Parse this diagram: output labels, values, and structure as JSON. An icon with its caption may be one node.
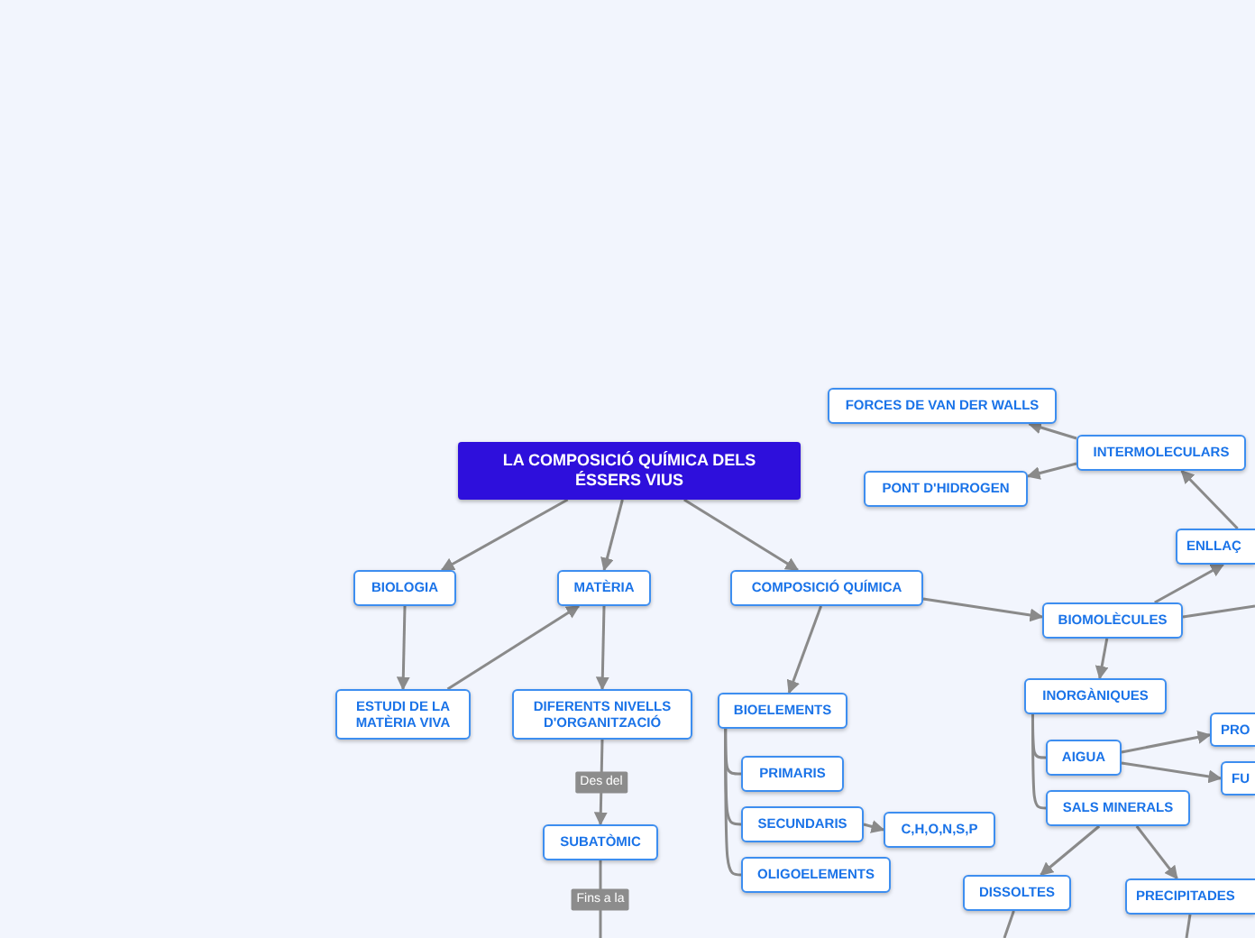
{
  "diagram": {
    "nodes": [
      {
        "text": [
          "LA COMPOSICIÓ QUÍMICA DELS ÉSSERS VIUS"
        ]
      },
      {
        "text": [
          "BIOLOGIA"
        ]
      },
      {
        "text": [
          "MATÈRIA"
        ]
      },
      {
        "text": [
          "COMPOSICIÓ QUÍMICA"
        ]
      },
      {
        "text": [
          "FORCES DE VAN DER WALLS"
        ]
      },
      {
        "text": [
          "INTERMOLECULARS"
        ]
      },
      {
        "text": [
          "PONT D'HIDROGEN"
        ]
      },
      {
        "text": [
          "ENLLAÇ"
        ]
      },
      {
        "text": [
          "ESTUDI DE LA MATÈRIA VIVA"
        ]
      },
      {
        "text": [
          "DIFERENTS NIVELLS D'ORGANITZACIÓ"
        ]
      },
      {
        "text": [
          "BIOMOLÈCULES"
        ]
      },
      {
        "text": [
          "BIOELEMENTS"
        ]
      },
      {
        "text": [
          "INORGÀNIQUES"
        ]
      },
      {
        "text": [
          "PRO"
        ]
      },
      {
        "text": [
          "AIGUA"
        ]
      },
      {
        "text": [
          "FU"
        ]
      },
      {
        "text": [
          "PRIMARIS"
        ]
      },
      {
        "text": [
          "SALS MINERALS"
        ]
      },
      {
        "text": [
          "SECUNDARIS"
        ]
      },
      {
        "text": [
          "C,H,O,N,S,P"
        ]
      },
      {
        "text": [
          "SUBATÒMIC"
        ]
      },
      {
        "text": [
          "OLIGOELEMENTS"
        ]
      },
      {
        "text": [
          "DISSOLTES"
        ]
      },
      {
        "text": [
          "PRECIPITADES"
        ]
      }
    ],
    "edges": [
      {
        "from": 0,
        "to": 1,
        "arrow": "to"
      },
      {
        "from": 0,
        "to": 2,
        "arrow": "to"
      },
      {
        "from": 0,
        "to": 3,
        "arrow": "to"
      },
      {
        "from": 1,
        "to": 8,
        "arrow": "to"
      },
      {
        "from": 8,
        "to": 2,
        "arrow": "to"
      },
      {
        "from": 2,
        "to": 9,
        "arrow": "to"
      },
      {
        "from": 9,
        "to": 20,
        "arrow": "to",
        "label": "Des del"
      },
      {
        "from": 20,
        "to": null,
        "arrow": "none",
        "label": "Fins a la"
      },
      {
        "from": 3,
        "to": 11,
        "arrow": "to"
      },
      {
        "from": 3,
        "to": 10,
        "arrow": "to"
      },
      {
        "from": 10,
        "to": 7,
        "arrow": "to"
      },
      {
        "from": 7,
        "to": 5,
        "arrow": "to"
      },
      {
        "from": 5,
        "to": 4,
        "arrow": "to"
      },
      {
        "from": 5,
        "to": 6,
        "arrow": "to"
      },
      {
        "from": 10,
        "to": null,
        "arrow": "none"
      },
      {
        "from": 10,
        "to": 12,
        "arrow": "to"
      },
      {
        "from": 12,
        "to": 14,
        "arrow": "none"
      },
      {
        "from": 12,
        "to": 17,
        "arrow": "none"
      },
      {
        "from": 14,
        "to": 13,
        "arrow": "to"
      },
      {
        "from": 14,
        "to": 15,
        "arrow": "to"
      },
      {
        "from": 11,
        "to": 16,
        "arrow": "none"
      },
      {
        "from": 11,
        "to": 18,
        "arrow": "none"
      },
      {
        "from": 11,
        "to": 21,
        "arrow": "none"
      },
      {
        "from": 18,
        "to": 19,
        "arrow": "to"
      },
      {
        "from": 17,
        "to": 22,
        "arrow": "to"
      },
      {
        "from": 17,
        "to": 23,
        "arrow": "to"
      },
      {
        "from": 22,
        "to": null,
        "arrow": "none"
      },
      {
        "from": 23,
        "to": null,
        "arrow": "none"
      }
    ]
  }
}
